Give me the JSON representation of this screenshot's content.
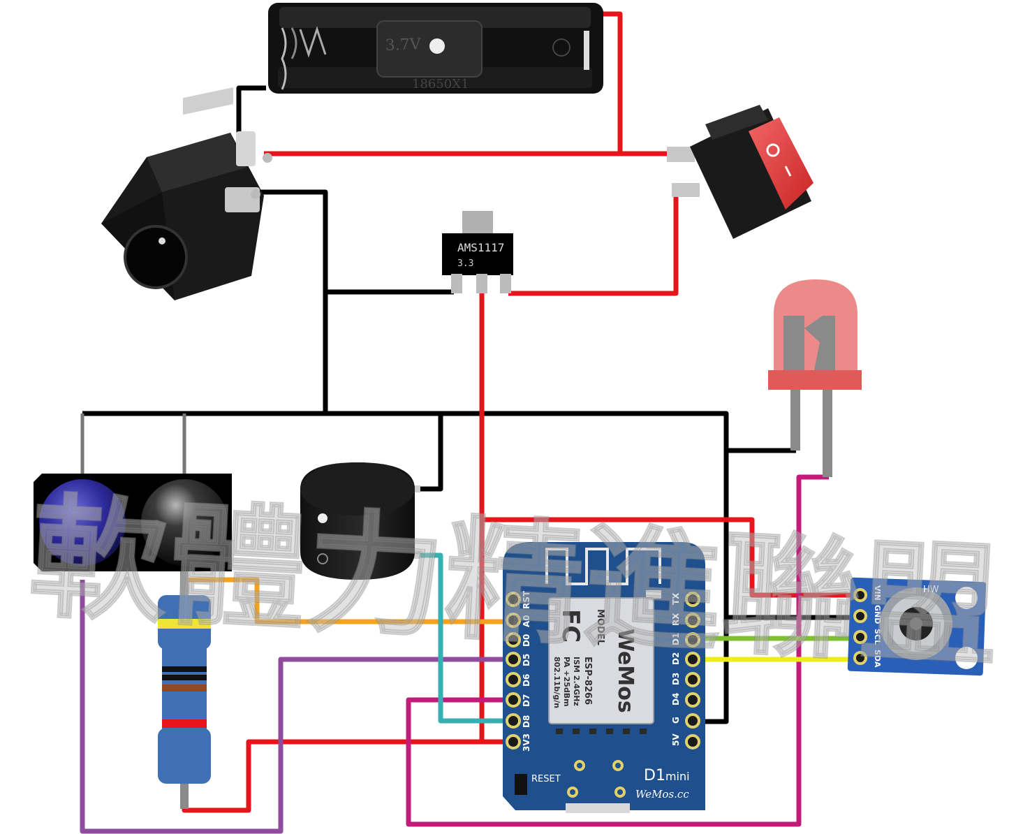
{
  "battery_holder": {
    "voltage_label": "3.7V",
    "model_label": "18650X1"
  },
  "regulator": {
    "model": "AMS1117",
    "output": "3.3"
  },
  "d1mini": {
    "left_pins": [
      "RST",
      "A0",
      "D0",
      "D5",
      "D6",
      "D7",
      "D8",
      "3V3"
    ],
    "right_pins": [
      "TX",
      "RX",
      "D1",
      "D2",
      "D3",
      "D4",
      "G",
      "5V"
    ],
    "fcc_mark": "FC",
    "model_heading": "MODEL",
    "chip": "ESP-8266",
    "band": "ISM 2.4GHz",
    "power": "PA +25dBm",
    "standard": "802.11b/g/n",
    "brand_logo": "WeMos",
    "reset_label": "RESET",
    "board_name": "D1",
    "board_suffix": "mini",
    "website": "WeMos.cc"
  },
  "sensor": {
    "pins": [
      "VIN",
      "GND",
      "SCL",
      "SDA"
    ],
    "mark": "HW"
  },
  "watermark": "軟體力精進聯盟",
  "colors": {
    "wire_red": "#e8141c",
    "wire_black": "#000000",
    "wire_orange": "#f5a21e",
    "wire_purple": "#8f4b9e",
    "wire_magenta": "#c21b7a",
    "wire_teal": "#36b0b0",
    "wire_green": "#7ec130",
    "wire_yellow": "#eded1a",
    "board_blue": "#1f4f8c",
    "led_red": "#e87474"
  }
}
